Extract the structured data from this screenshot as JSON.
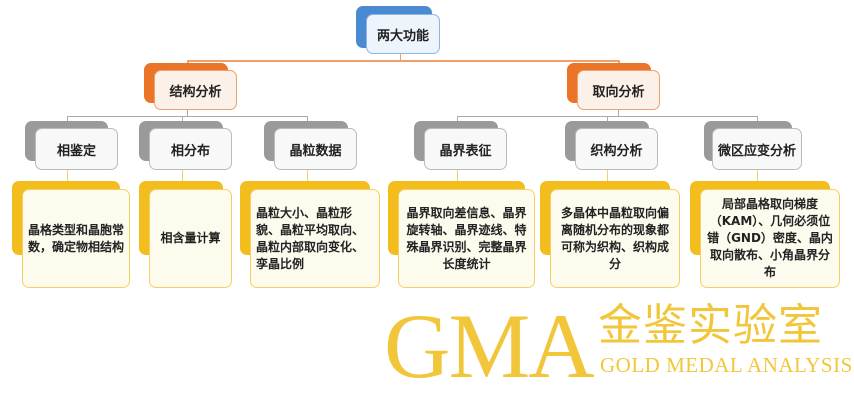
{
  "root": "两大功能",
  "branches": [
    {
      "label": "结构分析",
      "children": [
        {
          "label": "相鉴定",
          "detail": "晶格类型和晶胞常数，确定物相结构"
        },
        {
          "label": "相分布",
          "detail": "相含量计算"
        },
        {
          "label": "晶粒数据",
          "detail": "晶粒大小、晶粒形貌、晶粒平均取向、晶粒内部取向变化、孪晶比例"
        }
      ]
    },
    {
      "label": "取向分析",
      "children": [
        {
          "label": "晶界表征",
          "detail": "晶界取向差信息、晶界旋转轴、晶界迹线、特殊晶界识别、完整晶界长度统计"
        },
        {
          "label": "织构分析",
          "detail": "多晶体中晶粒取向偏离随机分布的现象都可称为织构、织构成分"
        },
        {
          "label": "微区应变分析",
          "detail": "局部晶格取向梯度（KAM）、几何必须位错（GND）密度、晶内取向散布、小角晶界分布"
        }
      ]
    }
  ],
  "watermark": {
    "logo": "GMA",
    "cn": "金鉴实验室",
    "en": "GOLD MEDAL ANALYSIS"
  },
  "colors": {
    "level1": "#4a8ad0",
    "level2": "#ea7428",
    "level3": "#9a9a9a",
    "level4": "#f3bd1e"
  }
}
